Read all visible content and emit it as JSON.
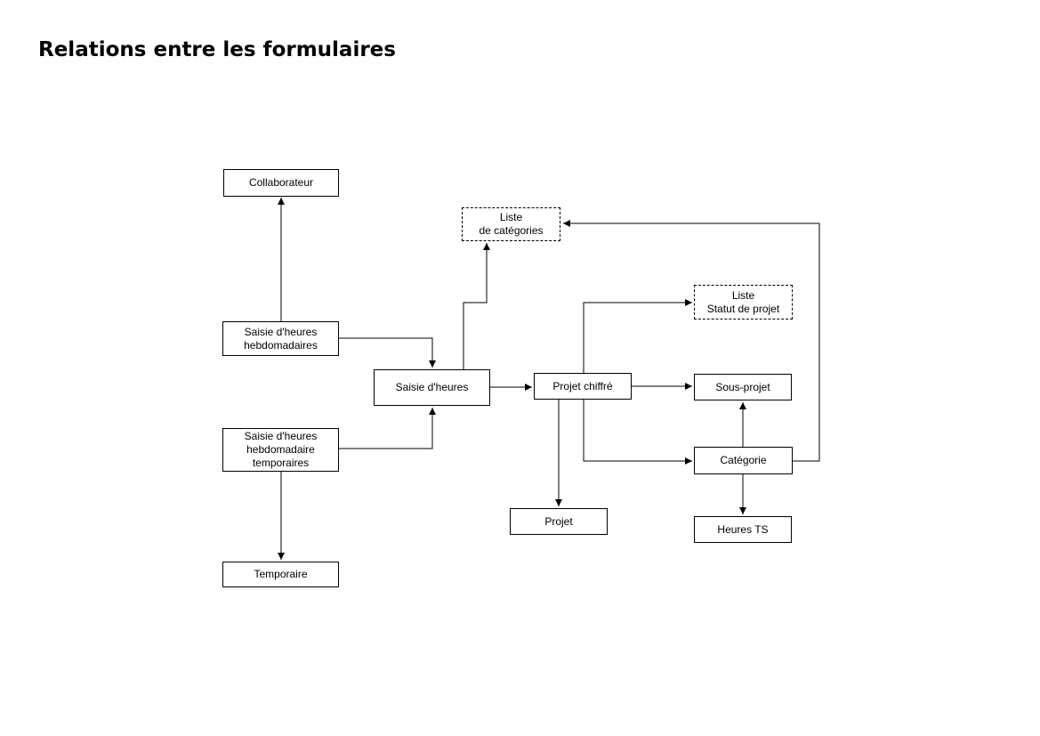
{
  "title": "Relations entre les formulaires",
  "diagram": {
    "type": "flowchart",
    "background_color": "#ffffff",
    "line_color": "#000000",
    "box_fill_color": "#ffffff",
    "text_color": "#000000"
  },
  "nodes": [
    {
      "id": "collaborateur",
      "label": "Collaborateur",
      "style": "solid"
    },
    {
      "id": "liste_categories",
      "label": "Liste\nde catégories",
      "style": "dashed"
    },
    {
      "id": "liste_statut_projet",
      "label": "Liste\nStatut de projet",
      "style": "dashed"
    },
    {
      "id": "saisie_hebdomadaires",
      "label": "Saisie d'heures\nhebdomadaires",
      "style": "solid"
    },
    {
      "id": "saisie_heures",
      "label": "Saisie d'heures",
      "style": "solid"
    },
    {
      "id": "projet_chiffre",
      "label": "Projet chiffré",
      "style": "solid"
    },
    {
      "id": "sous_projet",
      "label": "Sous-projet",
      "style": "solid"
    },
    {
      "id": "saisie_hebdo_temporaires",
      "label": "Saisie d'heures\nhebdomadaire\ntemporaires",
      "style": "solid"
    },
    {
      "id": "categorie",
      "label": "Catégorie",
      "style": "solid"
    },
    {
      "id": "projet",
      "label": "Projet",
      "style": "solid"
    },
    {
      "id": "heures_ts",
      "label": "Heures TS",
      "style": "solid"
    },
    {
      "id": "temporaire",
      "label": "Temporaire",
      "style": "solid"
    }
  ],
  "edges": [
    {
      "from": "saisie_hebdomadaires",
      "to": "collaborateur"
    },
    {
      "from": "saisie_hebdomadaires",
      "to": "saisie_heures"
    },
    {
      "from": "saisie_hebdo_temporaires",
      "to": "saisie_heures"
    },
    {
      "from": "saisie_hebdo_temporaires",
      "to": "temporaire"
    },
    {
      "from": "saisie_heures",
      "to": "projet_chiffre"
    },
    {
      "from": "saisie_heures",
      "to": "liste_categories"
    },
    {
      "from": "projet_chiffre",
      "to": "liste_statut_projet"
    },
    {
      "from": "projet_chiffre",
      "to": "sous_projet"
    },
    {
      "from": "projet_chiffre",
      "to": "projet"
    },
    {
      "from": "projet_chiffre",
      "to": "categorie"
    },
    {
      "from": "categorie",
      "to": "sous_projet"
    },
    {
      "from": "categorie",
      "to": "heures_ts"
    },
    {
      "from": "categorie",
      "to": "liste_categories"
    }
  ]
}
